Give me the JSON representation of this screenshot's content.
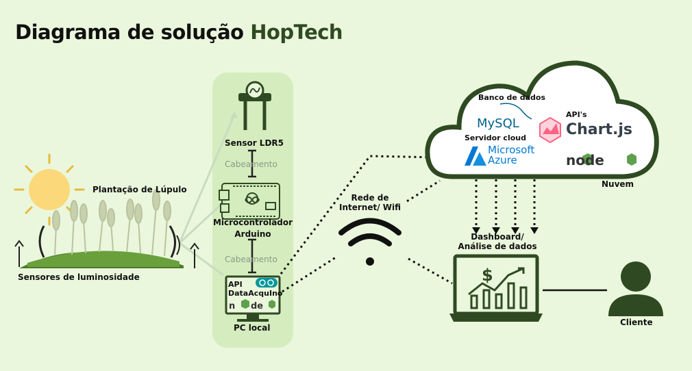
{
  "title": {
    "main": "Diagrama de solução",
    "accent": "HopTech"
  },
  "labels": {
    "plantation": "Plantação de Lúpulo",
    "light_sensors": "Sensores de luminosidade",
    "sensor_ldr": "Sensor LDR5",
    "cabling_1": "Cabeamento",
    "microcontroller_line1": "Microcontrolador",
    "microcontroller_line2": "Arduino",
    "cabling_2": "Cabeamento",
    "api_line1": "API",
    "api_line2": "DataAcquIno",
    "pc_local": "PC local",
    "network_line1": "Rede de",
    "network_line2": "Internet/ Wifi",
    "database": "Banco de dados",
    "apis": "API's",
    "cloud_server": "Servidor cloud",
    "cloud": "Nuvem",
    "dashboard_line1": "Dashboard/",
    "dashboard_line2": "Análise de dados",
    "client": "Cliente"
  },
  "logos": {
    "mysql": "MySQL",
    "chartjs": "Chart.js",
    "microsoft": "Microsoft",
    "azure": "Azure",
    "node": "node"
  },
  "colors": {
    "background": "#eaf7dc",
    "panel": "#d5ecbf",
    "dark_green": "#2f4a22",
    "sun": "#fbd97a",
    "sun_rays": "#e8b93e",
    "mysql_blue": "#00618a",
    "mysql_orange": "#e48e00",
    "azure_blue": "#0078d4",
    "chartjs_pink": "#ff6384",
    "node_green": "#5fa04e"
  }
}
